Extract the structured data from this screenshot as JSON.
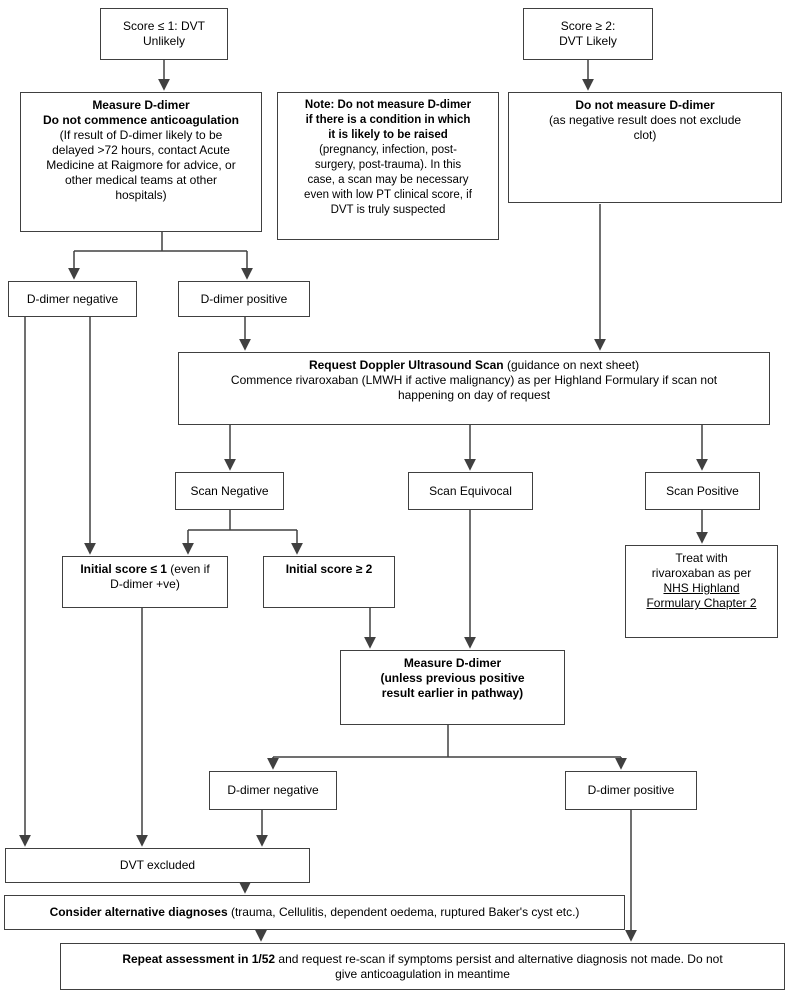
{
  "nodes": {
    "score_low": {
      "text": "Score ≤ 1: DVT\nUnlikely"
    },
    "score_high": {
      "text": "Score ≥ 2:\nDVT Likely"
    },
    "measure1": {
      "bold": "Measure D-dimer\nDo not commence anticoagulation",
      "rest": "(If result of D-dimer likely to be\ndelayed >72 hours, contact Acute\nMedicine at Raigmore for advice, or\nother medical teams at other\nhospitals)"
    },
    "note": {
      "bold": "Note: Do not measure D-dimer\nif there is a condition in which\nit is likely to be raised",
      "rest": "(pregnancy, infection, post-\nsurgery, post-trauma). In this\ncase, a scan may be necessary\neven with low PT clinical score, if\nDVT is truly suspected"
    },
    "no_measure": {
      "bold": "Do not measure D-dimer",
      "rest": "(as negative result does not exclude\nclot)"
    },
    "ddimer_neg1": {
      "text": "D-dimer negative"
    },
    "ddimer_pos1": {
      "text": "D-dimer positive"
    },
    "request": {
      "bold": "Request Doppler Ultrasound  Scan",
      "rest_inline": " (guidance on next sheet)",
      "rest_block": "Commence rivaroxaban (LMWH if active malignancy) as per Highland Formulary if scan not\nhappening on day of request"
    },
    "scan_negative": {
      "text": "Scan Negative"
    },
    "scan_equivocal": {
      "text": "Scan Equivocal"
    },
    "scan_positive": {
      "text": "Scan Positive"
    },
    "initial_le1": {
      "bold": "Initial score ≤ 1",
      "rest": " (even if\nD-dimer +ve)"
    },
    "initial_ge2": {
      "bold": "Initial score ≥ 2"
    },
    "treat": {
      "text": "Treat with\nrivaroxaban as per",
      "link": "NHS Highland\nFormulary Chapter 2"
    },
    "measure2": {
      "bold": "Measure D-dimer\n(unless previous positive\nresult earlier in pathway)"
    },
    "ddimer_neg2": {
      "text": "D-dimer negative"
    },
    "ddimer_pos2": {
      "text": "D-dimer positive"
    },
    "dvt_excluded": {
      "text": "DVT excluded"
    },
    "consider": {
      "bold": "Consider alternative diagnoses",
      "rest": " (trauma, Cellulitis, dependent oedema, ruptured Baker's cyst etc.)"
    },
    "repeat": {
      "bold": "Repeat assessment in 1/52",
      "rest": " and request re-scan if symptoms persist and alternative diagnosis not made. Do not\ngive anticoagulation in meantime"
    }
  },
  "colors": {
    "background": "#ffffff",
    "border": "#404040",
    "connector": "#404040",
    "text": "#000000",
    "link": "#000000"
  }
}
